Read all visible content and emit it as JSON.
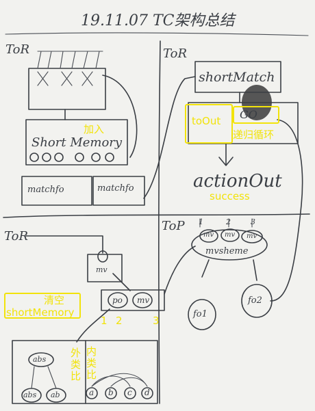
{
  "handwritten": {
    "title": "19.11.07 TC架构总结",
    "tor_top_left": "ToR",
    "tor_top_right": "ToR",
    "tor_mid_left": "ToR",
    "tor_mid_right": "ToP",
    "short_memory": "Short Memory",
    "match_fo_left": "matchfo",
    "match_fo_right": "matchfo",
    "short_match": "shortMatch",
    "go": "GO",
    "action_out": "actionOut",
    "mv": "mv",
    "po": "po",
    "mv2": "mv",
    "mv_left": "mv",
    "mv_mid": "mv",
    "mv_right": "mv",
    "mv_scheme": "mvsheme",
    "fo_left": "fo1",
    "fo_right": "fo2",
    "abs": "abs",
    "a1": "abs",
    "a2": "ab",
    "a": "a",
    "b": "b",
    "c": "c",
    "d": "d",
    "numbers_right": [
      "1",
      "2",
      "3"
    ]
  },
  "annotations": {
    "jia_ru": "加入",
    "to_out": "toOut",
    "di_gui": "递归循环",
    "success": "success",
    "qing_kong": "清空",
    "short_memory": "shortMemory",
    "n1": "1",
    "n2": "2",
    "n3": "3",
    "wai_lei_bi": "外类比",
    "nei_lei_bi": "内类比"
  },
  "colors": {
    "annotation": "#f2e30a",
    "ink": "#3a3e44",
    "paper": "#f2f2ef"
  }
}
